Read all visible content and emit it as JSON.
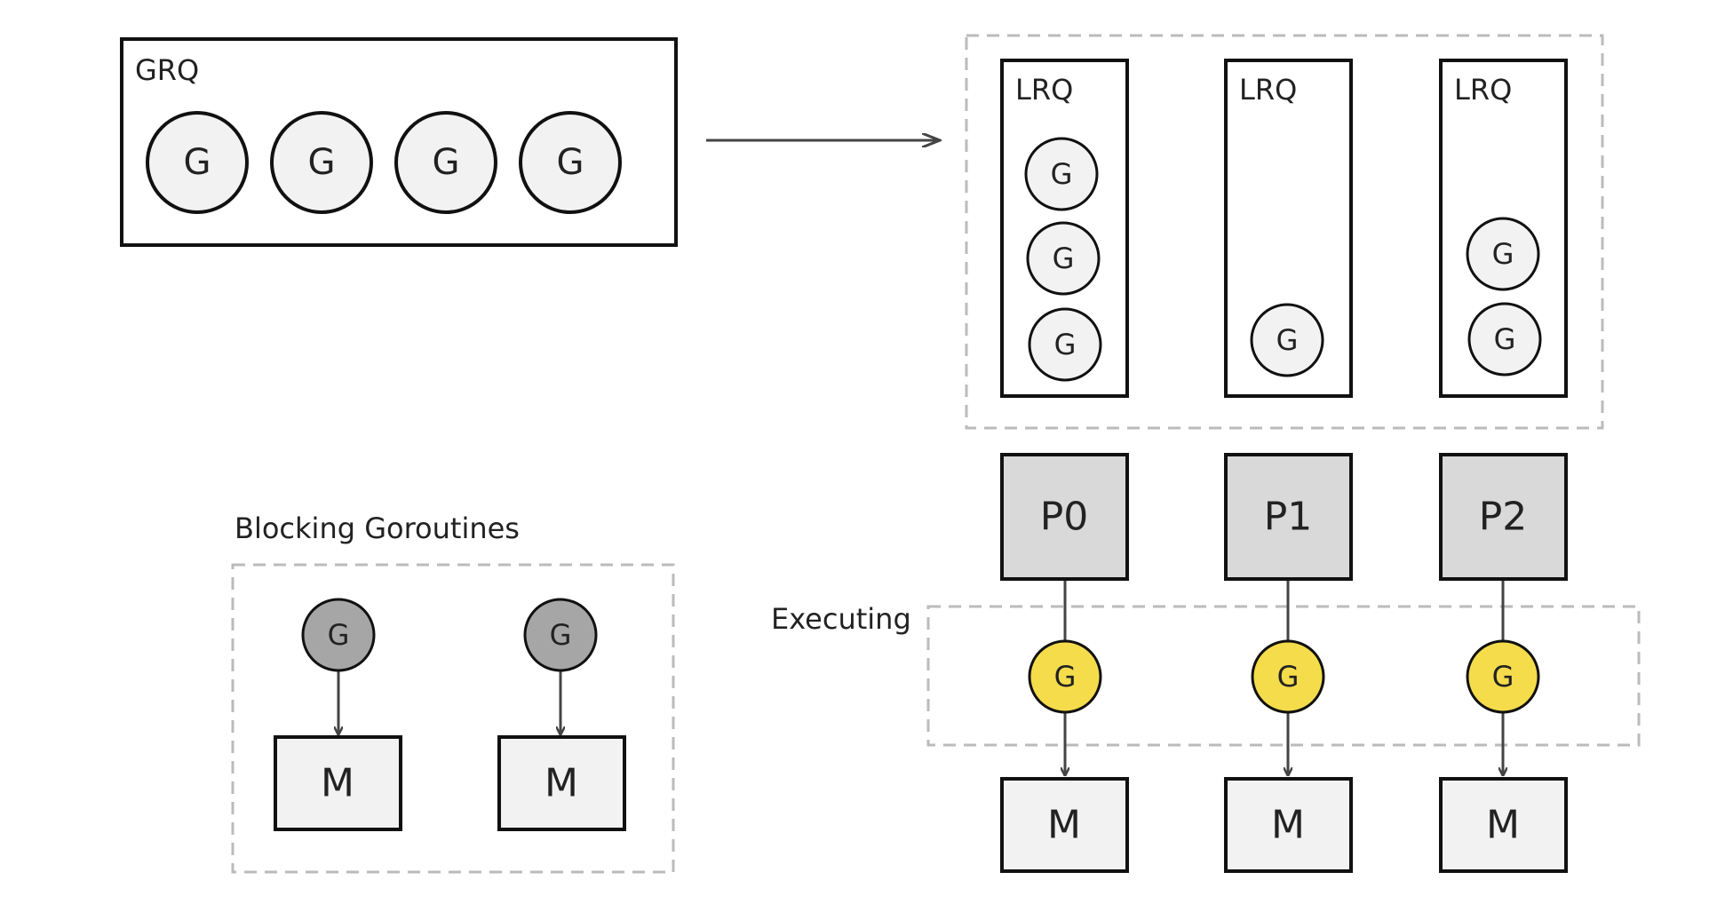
{
  "colors": {
    "stroke": "#111111",
    "dashed": "#bbbbbb",
    "g_light": "#f2f2f2",
    "g_blocked": "#a6a6a6",
    "g_running": "#f5dc4b",
    "p_fill": "#d9d9d9",
    "m_fill": "#f2f2f2",
    "arrow": "#444444"
  },
  "global_queue": {
    "label": "GRQ",
    "goroutines": [
      "G",
      "G",
      "G",
      "G"
    ]
  },
  "local_queues": [
    {
      "label": "LRQ",
      "goroutines": [
        "G",
        "G",
        "G"
      ]
    },
    {
      "label": "LRQ",
      "goroutines": [
        "G"
      ]
    },
    {
      "label": "LRQ",
      "goroutines": [
        "G",
        "G"
      ]
    }
  ],
  "processors": [
    "P0",
    "P1",
    "P2"
  ],
  "executing": {
    "label": "Executing",
    "goroutines": [
      "G",
      "G",
      "G"
    ]
  },
  "machines": [
    "M",
    "M",
    "M"
  ],
  "blocking": {
    "label": "Blocking Goroutines",
    "pairs": [
      {
        "goroutine": "G",
        "machine": "M"
      },
      {
        "goroutine": "G",
        "machine": "M"
      }
    ]
  }
}
